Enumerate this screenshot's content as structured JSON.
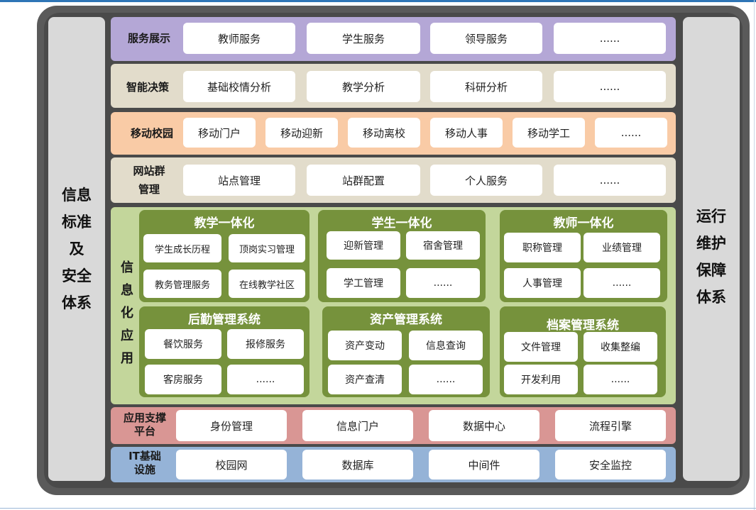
{
  "left_side": {
    "lines": [
      "信息",
      "标准",
      "及",
      "安全",
      "体系"
    ]
  },
  "right_side": {
    "lines": [
      "运行",
      "维护",
      "保障",
      "体系"
    ]
  },
  "service": {
    "title": "服务展示",
    "items": [
      "教师服务",
      "学生服务",
      "领导服务",
      "......"
    ]
  },
  "decision": {
    "title": "智能决策",
    "items": [
      "基础校情分析",
      "教学分析",
      "科研分析",
      "......"
    ]
  },
  "mobile": {
    "title": "移动校园",
    "items": [
      "移动门户",
      "移动迎新",
      "移动离校",
      "移动人事",
      "移动学工",
      "......"
    ]
  },
  "site": {
    "title_lines": [
      "网站群",
      "管理"
    ],
    "items": [
      "站点管理",
      "站群配置",
      "个人服务",
      "......"
    ]
  },
  "apps": {
    "title_chars": [
      "信",
      "息",
      "化",
      "应",
      "用"
    ],
    "groups": [
      {
        "title": "教学一体化",
        "items": [
          "学生成长历程",
          "顶岗实习管理",
          "教务管理服务",
          "在线教学社区"
        ]
      },
      {
        "title": "学生一体化",
        "items": [
          "迎新管理",
          "宿舍管理",
          "学工管理",
          "......"
        ]
      },
      {
        "title": "教师一体化",
        "items": [
          "职称管理",
          "业绩管理",
          "人事管理",
          "......"
        ]
      },
      {
        "title": "后勤管理系统",
        "items": [
          "餐饮服务",
          "报修服务",
          "客房服务",
          "......"
        ]
      },
      {
        "title": "资产管理系统",
        "items": [
          "资产变动",
          "信息查询",
          "资产查清",
          "......"
        ]
      },
      {
        "title": "档案管理系统",
        "items": [
          "文件管理",
          "收集整编",
          "开发利用",
          "......"
        ]
      }
    ]
  },
  "support": {
    "title_lines": [
      "应用支撑",
      "平台"
    ],
    "items": [
      "身份管理",
      "信息门户",
      "数据中心",
      "流程引擎"
    ]
  },
  "infra": {
    "title_lines": [
      "IT基础",
      "设施"
    ],
    "items": [
      "校园网",
      "数据库",
      "中间件",
      "安全监控"
    ]
  }
}
